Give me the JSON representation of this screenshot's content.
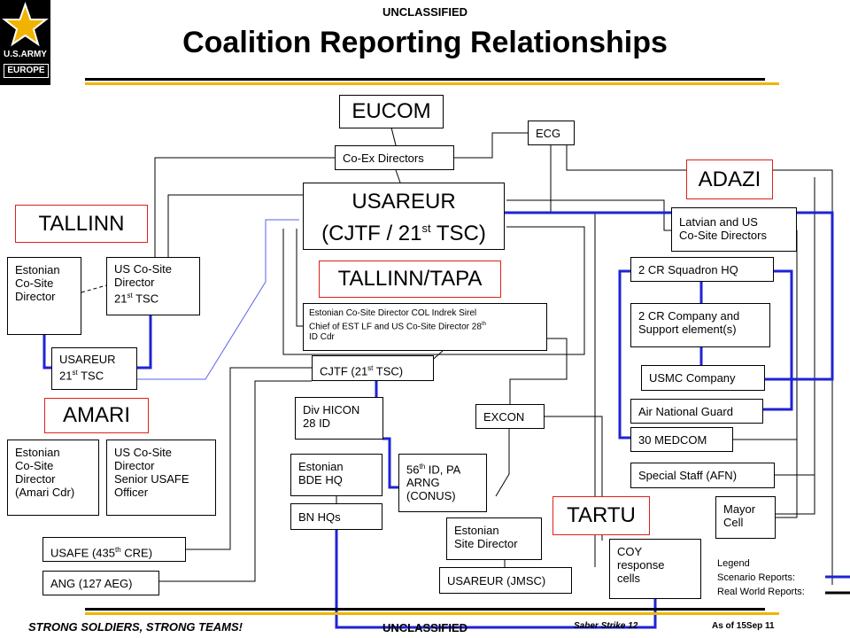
{
  "header": {
    "classification_top": "UNCLASSIFIED",
    "title": "Coalition Reporting Relationships",
    "logo": {
      "icon": "army-star-icon",
      "line1": "U.S.ARMY",
      "line2": "EUROPE"
    }
  },
  "footer": {
    "slogan": "STRONG SOLDIERS, STRONG TEAMS!",
    "classification_bottom": "UNCLASSIFIED",
    "exercise": "Saber Strike 12",
    "date": "As of 15Sep 11"
  },
  "locations": {
    "tallinn": "TALLINN",
    "tallinn_tapa": "TALLINN/TAPA",
    "amari": "AMARI",
    "adazi": "ADAZI",
    "tartu": "TARTU"
  },
  "nodes": {
    "eucom": "EUCOM",
    "ecg": "ECG",
    "coex": "Co-Ex Directors",
    "usareur_line1": "USAREUR",
    "usareur_line2_pre": "(CJTF / 21",
    "usareur_line2_sup": "st",
    "usareur_line2_post": " TSC)",
    "est_tallinn": "Estonian\nCo-Site\nDirector",
    "us_tallinn_pre": "US Co-Site\nDirector\n21",
    "us_tallinn_sup": "st",
    "us_tallinn_post": " TSC",
    "usareur_small_line1": "USAREUR",
    "usareur_small_pre": "21",
    "usareur_small_sup": "st",
    "usareur_small_post": " TSC",
    "tapa_director_pre": "Estonian Co-Site Director COL Indrek Sirel\nChief of EST  LF and US Co-Site Director 28",
    "tapa_director_sup": "th",
    "tapa_director_post": "\nID Cdr",
    "cjtf_pre": "CJTF (21",
    "cjtf_sup": "st",
    "cjtf_post": " TSC)",
    "div_hicon": "Div HICON\n28 ID",
    "est_bde": "Estonian\nBDE HQ",
    "bn_hqs": "BN HQs",
    "id56_pre": "56",
    "id56_sup": "th",
    "id56_post": " ID, PA\nARNG\n(CONUS)",
    "est_amari": "Estonian\nCo-Site\nDirector\n(Amari Cdr)",
    "us_amari": "US Co-Site\nDirector\nSenior USAFE\nOfficer",
    "usafe_pre": "USAFE (435",
    "usafe_sup": "th",
    "usafe_post": " CRE)",
    "ang": "ANG (127 AEG)",
    "excon": "EXCON",
    "est_site": "Estonian\nSite Director",
    "usareur_jmsc": "USAREUR (JMSC)",
    "coy": "COY\nresponse\ncells",
    "latvian": "Latvian and US\nCo-Site Directors",
    "cr_sqn": "2 CR Squadron HQ",
    "cr_coy": "2 CR Company and\nSupport element(s)",
    "usmc": "USMC Company",
    "ang_adazi": "Air National Guard",
    "medcom": "30 MEDCOM",
    "special_staff": "Special Staff (AFN)",
    "mayor": "Mayor\nCell"
  },
  "legend": {
    "title": "Legend",
    "scenario": "Scenario Reports:",
    "real_world": "Real World Reports:",
    "scenario_color": "#1f23d6",
    "real_world_color": "#000000"
  },
  "colors": {
    "accent_gold": "#f0b400",
    "location_border": "#e0201a",
    "scenario_line": "#1f23d6"
  }
}
